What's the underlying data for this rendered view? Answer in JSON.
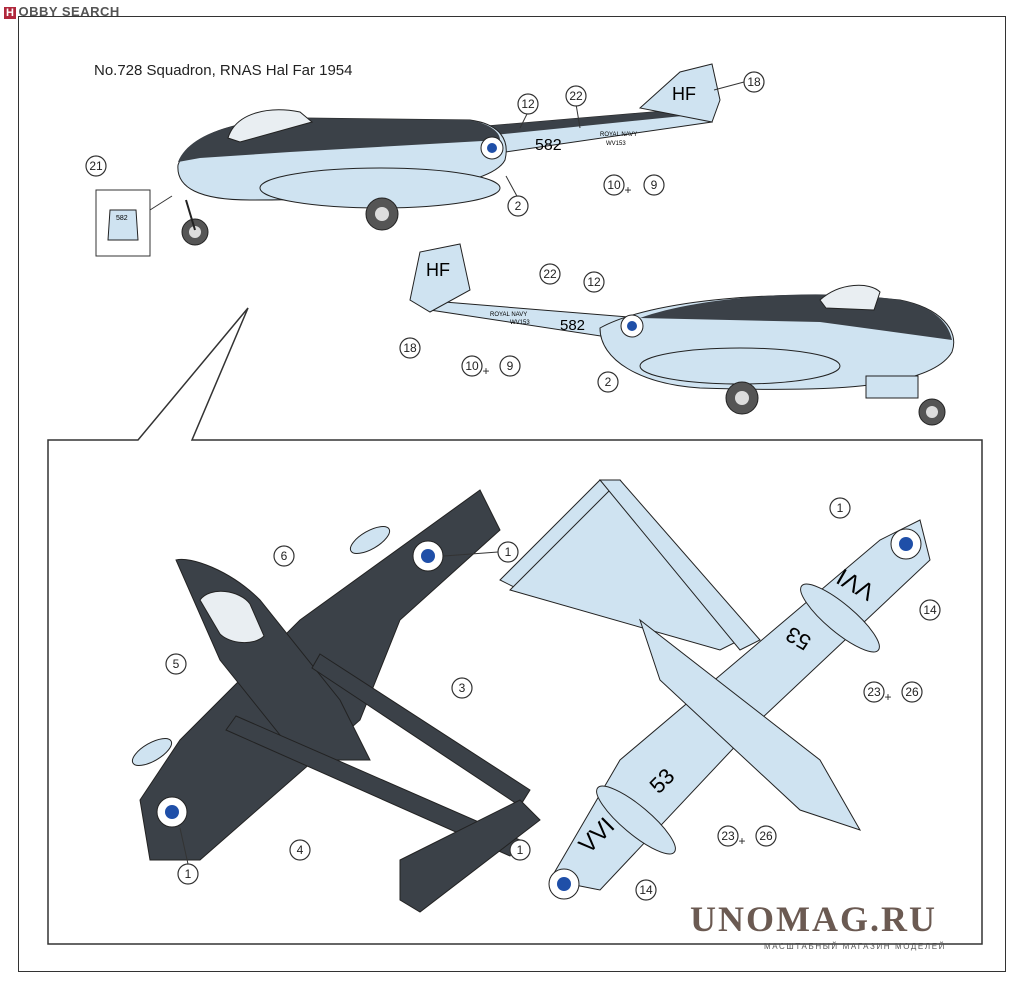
{
  "watermark_top": {
    "badge": "H",
    "text": "OBBY SEARCH"
  },
  "title": "No.728 Squadron, RNAS Hal Far 1954",
  "watermark": {
    "main": "UNOMAG.RU",
    "sub": "МАСШТАБНЫЙ МАГАЗИН МОДЕЛЕЙ"
  },
  "aircraft_markings": {
    "code_tail": "HF",
    "serial_fuselage": "582",
    "navy_text": "ROYAL NAVY",
    "serial_boom": "WV153",
    "wing_code": "VVI",
    "wing_number": "53"
  },
  "colors": {
    "dark_sea_grey": "#3b4148",
    "sky": "#cfe3f1",
    "roundel_blue": "#1f4fa8",
    "outline": "#222222"
  },
  "callouts": {
    "c1": "1",
    "c2": "2",
    "c3": "3",
    "c4": "4",
    "c5": "5",
    "c6": "6",
    "c9": "9",
    "c10": "10",
    "c12": "12",
    "c14": "14",
    "c18": "18",
    "c21": "21",
    "c22": "22",
    "c23": "23",
    "c26": "26"
  },
  "plus": "+"
}
